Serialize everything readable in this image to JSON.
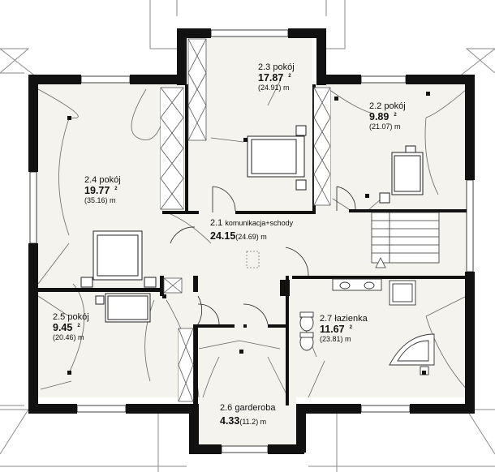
{
  "rooms": [
    {
      "id": "2.1",
      "name": "komunikacja+schody",
      "area": "24.15",
      "area_alt": "(24.69) m"
    },
    {
      "id": "2.2",
      "name": "pokój",
      "area": "9.89",
      "area_alt": "(21.07) m"
    },
    {
      "id": "2.3",
      "name": "pokój",
      "area": "17.87",
      "area_alt": "(24.91) m"
    },
    {
      "id": "2.4",
      "name": "pokój",
      "area": "19.77",
      "area_alt": "(35.16) m"
    },
    {
      "id": "2.5",
      "name": "pokój",
      "area": "9.45",
      "area_alt": "(20.46) m"
    },
    {
      "id": "2.6",
      "name": "garderoba",
      "area": "4.33",
      "area_alt": "(11.2) m"
    },
    {
      "id": "2.7",
      "name": "łazienka",
      "area": "11.67",
      "area_alt": "(23.81) m"
    }
  ],
  "unit_superscript": "2",
  "colors": {
    "wall": "#111111",
    "floor": "#f4f3ee",
    "roof_line": "#888888",
    "hatch": "#555555"
  }
}
